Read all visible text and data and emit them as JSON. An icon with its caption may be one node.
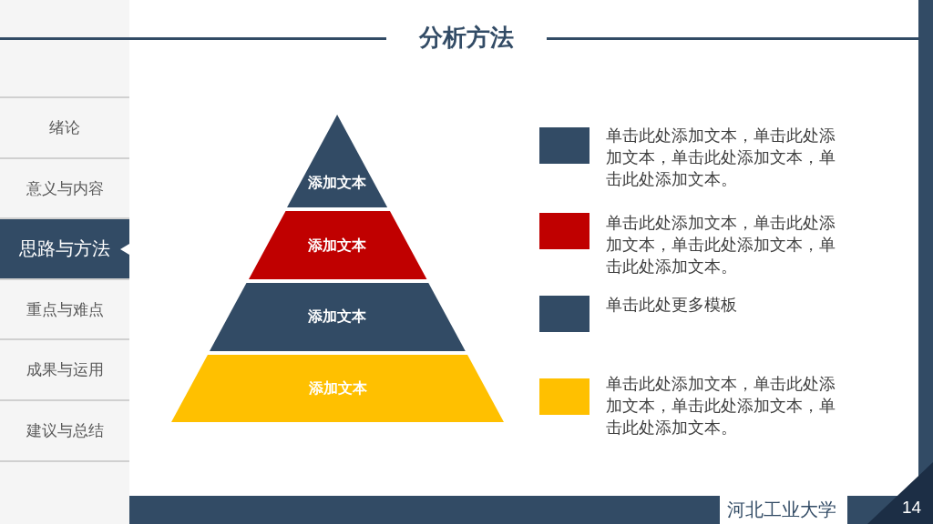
{
  "diagram": {
    "title": "分析方法",
    "nodes": [
      {
        "text": [
          "绪论"
        ]
      },
      {
        "text": [
          "意义与内容"
        ]
      },
      {
        "text": [
          "思路与方法"
        ]
      },
      {
        "text": [
          "重点与难点"
        ]
      },
      {
        "text": [
          "成果与运用"
        ]
      },
      {
        "text": [
          "建议与总结"
        ]
      },
      {
        "text": [
          "添加文本"
        ]
      },
      {
        "text": [
          "添加文本"
        ]
      },
      {
        "text": [
          "添加文本"
        ]
      },
      {
        "text": [
          "添加文本"
        ]
      }
    ],
    "labels": [
      "河北工业大学",
      "14"
    ],
    "legend": [
      {
        "text": "单击此处添加文本，单击此处添加文本，单击此处添加文本，单击此处添加文本。",
        "color": "#324b65"
      },
      {
        "text": "单击此处添加文本，单击此处添加文本，单击此处添加文本，单击此处添加文本。",
        "color": "#c00000"
      },
      {
        "text": "单击此处更多模板",
        "color": "#324b65"
      },
      {
        "text": "单击此处添加文本，单击此处添加文本，单击此处添加文本，单击此处添加文本。",
        "color": "#ffc000"
      }
    ]
  }
}
